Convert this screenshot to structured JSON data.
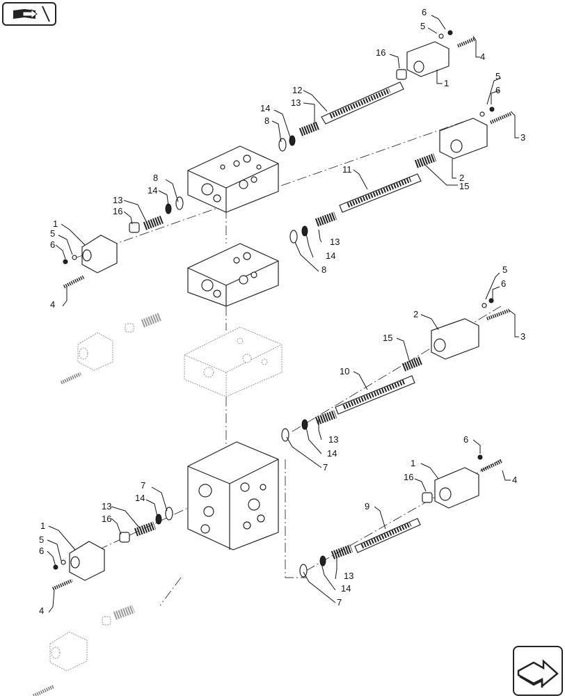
{
  "nav": {
    "top_icon": "book-arrow-icon",
    "bottom_icon": "next-page-arrow-icon"
  },
  "callouts": [
    {
      "id": "c1",
      "text": "6"
    },
    {
      "id": "c2",
      "text": "5"
    },
    {
      "id": "c3",
      "text": "4"
    },
    {
      "id": "c4",
      "text": "16"
    },
    {
      "id": "c5",
      "text": "1"
    },
    {
      "id": "c6",
      "text": "12"
    },
    {
      "id": "c7",
      "text": "13"
    },
    {
      "id": "c8",
      "text": "14"
    },
    {
      "id": "c9",
      "text": "8"
    },
    {
      "id": "c10",
      "text": "5"
    },
    {
      "id": "c11",
      "text": "6"
    },
    {
      "id": "c12",
      "text": "3"
    },
    {
      "id": "c13",
      "text": "11"
    },
    {
      "id": "c14",
      "text": "2"
    },
    {
      "id": "c15",
      "text": "15"
    },
    {
      "id": "c16",
      "text": "8"
    },
    {
      "id": "c17",
      "text": "14"
    },
    {
      "id": "c18",
      "text": "13"
    },
    {
      "id": "c19",
      "text": "16"
    },
    {
      "id": "c20",
      "text": "1"
    },
    {
      "id": "c21",
      "text": "5"
    },
    {
      "id": "c22",
      "text": "6"
    },
    {
      "id": "c23",
      "text": "13"
    },
    {
      "id": "c24",
      "text": "14"
    },
    {
      "id": "c25",
      "text": "8"
    },
    {
      "id": "c26",
      "text": "4"
    },
    {
      "id": "c27",
      "text": "5"
    },
    {
      "id": "c28",
      "text": "6"
    },
    {
      "id": "c29",
      "text": "2"
    },
    {
      "id": "c30",
      "text": "3"
    },
    {
      "id": "c31",
      "text": "15"
    },
    {
      "id": "c32",
      "text": "10"
    },
    {
      "id": "c33",
      "text": "13"
    },
    {
      "id": "c34",
      "text": "14"
    },
    {
      "id": "c35",
      "text": "7"
    },
    {
      "id": "c36",
      "text": "6"
    },
    {
      "id": "c37",
      "text": "1"
    },
    {
      "id": "c38",
      "text": "4"
    },
    {
      "id": "c39",
      "text": "16"
    },
    {
      "id": "c40",
      "text": "7"
    },
    {
      "id": "c41",
      "text": "14"
    },
    {
      "id": "c42",
      "text": "13"
    },
    {
      "id": "c43",
      "text": "16"
    },
    {
      "id": "c44",
      "text": "9"
    },
    {
      "id": "c45",
      "text": "1"
    },
    {
      "id": "c46",
      "text": "5"
    },
    {
      "id": "c47",
      "text": "6"
    },
    {
      "id": "c48",
      "text": "13"
    },
    {
      "id": "c49",
      "text": "14"
    },
    {
      "id": "c50",
      "text": "7"
    },
    {
      "id": "c51",
      "text": "4"
    }
  ]
}
